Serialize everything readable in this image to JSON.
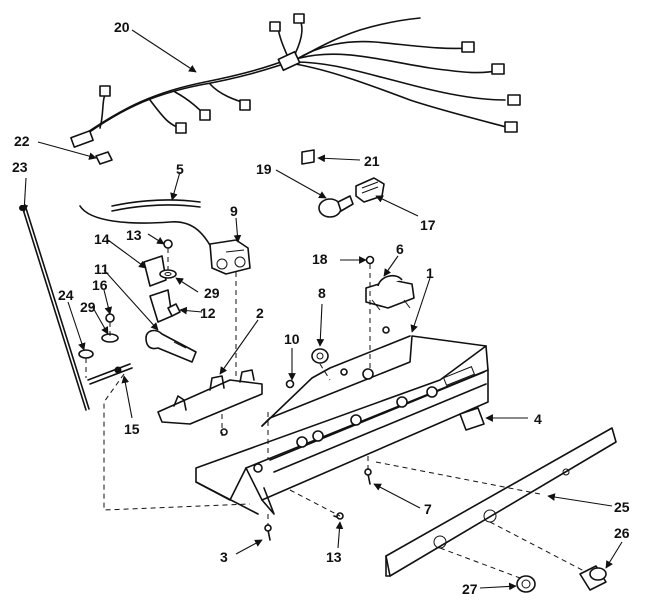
{
  "callouts": {
    "c1": "1",
    "c2": "2",
    "c3": "3",
    "c4": "4",
    "c5": "5",
    "c6": "6",
    "c7": "7",
    "c8": "8",
    "c9": "9",
    "c10": "10",
    "c11": "11",
    "c12": "12",
    "c13a": "13",
    "c13b": "13",
    "c14": "14",
    "c15": "15",
    "c16": "16",
    "c17": "17",
    "c18": "18",
    "c19": "19",
    "c20": "20",
    "c21": "21",
    "c22": "22",
    "c23": "23",
    "c24": "24",
    "c25": "25",
    "c26": "26",
    "c27": "27",
    "c29a": "29",
    "c29b": "29"
  }
}
